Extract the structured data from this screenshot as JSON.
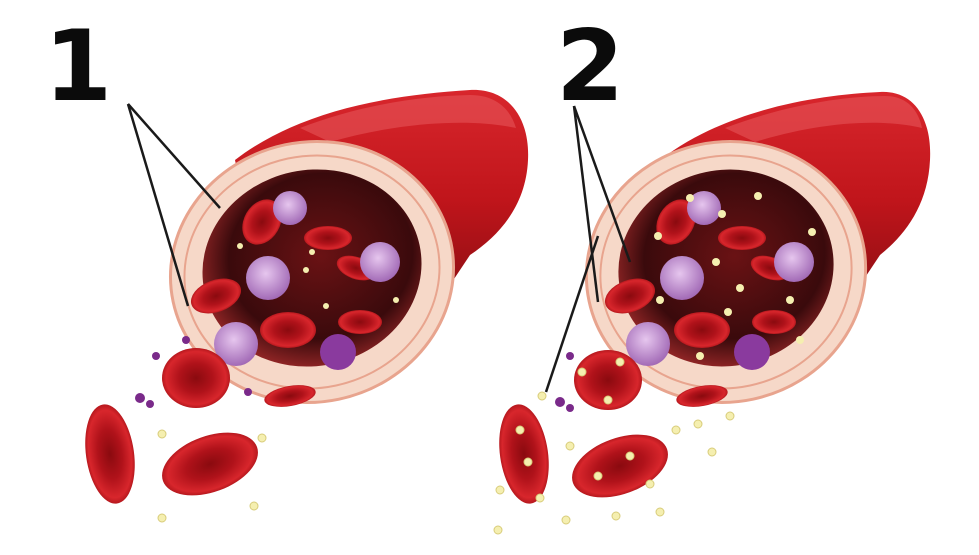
{
  "labels": {
    "panel_1": "1",
    "panel_2": "2"
  },
  "colors": {
    "vessel_outer": "#c0151b",
    "vessel_dark": "#7b0b10",
    "vessel_highlight": "#e85a5c",
    "wall_pink": "#f6d8c8",
    "wall_line": "#e8a48e",
    "lumen_dark": "#3a0a0c",
    "rbc": "#c8141a",
    "rbc_center": "#8a0a0f",
    "wbc": "#c99ad6",
    "wbc_nucleus": "#8a3a9e",
    "platelet": "#7a2a8a",
    "nutrient_dot": "#f5efb0",
    "leader_line": "#1a1a1a"
  },
  "icons": {
    "vessel": "blood-vessel-cross-section",
    "cell_red": "red-blood-cell-icon",
    "cell_white": "white-blood-cell-icon",
    "platelet": "platelet-icon",
    "particle": "plasma-particle-icon"
  }
}
